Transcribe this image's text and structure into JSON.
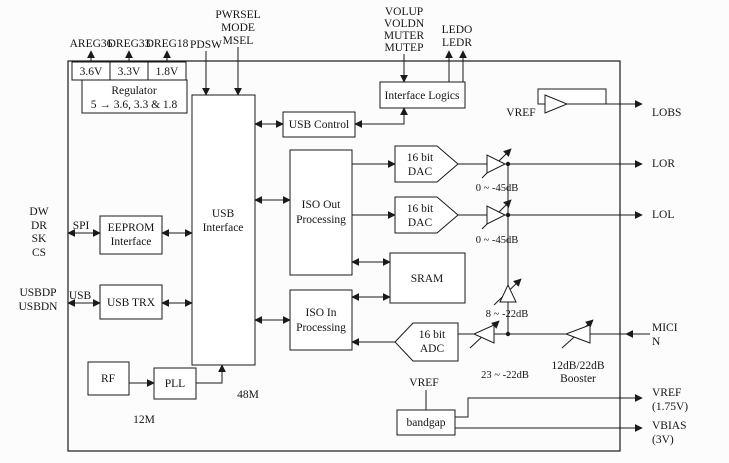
{
  "diagram": {
    "pins_top": {
      "areg36": "AREG36",
      "dreg33": "DREG33",
      "dreg18": "DREG18",
      "pdsw": "PDSW",
      "pwrsel": "PWRSEL",
      "mode": "MODE",
      "msel": "MSEL",
      "volup": "VOLUP",
      "voldn": "VOLDN",
      "muter": "MUTER",
      "mutep": "MUTEP",
      "ledo": "LEDO",
      "ledr": "LEDR"
    },
    "pins_left": {
      "dw": "DW",
      "dr": "DR",
      "sk": "SK",
      "cs": "CS",
      "spi": "SPI",
      "usbdp": "USBDP",
      "usbdn": "USBDN",
      "usb": "USB"
    },
    "pins_right": {
      "lobs": "LOBS",
      "lor": "LOR",
      "lol": "LOL",
      "mici_line1": "MICI",
      "mici_line2": "N",
      "vref": "VREF",
      "vref_value": "(1.75V)",
      "vbias": "VBIAS",
      "vbias_value": "(3V)"
    },
    "blocks": {
      "v36": "3.6V",
      "v33": "3.3V",
      "v18": "1.8V",
      "regulator_line1": "Regulator",
      "regulator_line2": "5 → 3.6, 3.3 & 1.8",
      "usb_interface_line1": "USB",
      "usb_interface_line2": "Interface",
      "usb_control": "USB Control",
      "interface_logics": "Interface Logics",
      "eeprom_line1": "EEPROM",
      "eeprom_line2": "Interface",
      "usb_trx": "USB TRX",
      "iso_out_line1": "ISO Out",
      "iso_out_line2": "Processing",
      "iso_in_line1": "ISO In",
      "iso_in_line2": "Processing",
      "dac_line1": "16 bit",
      "dac_line2": "DAC",
      "adc_line1": "16 bit",
      "adc_line2": "ADC",
      "sram": "SRAM",
      "rf": "RF",
      "pll": "PLL",
      "bandgap": "bandgap",
      "booster_line1": "12dB/22dB",
      "booster_line2": "Booster"
    },
    "gains": {
      "lor": "0 ~ -45dB",
      "lol": "0 ~ -45dB",
      "sidetone": "8 ~ -22dB",
      "adc": "23 ~ -22dB"
    },
    "clocks": {
      "xtal": "12M",
      "usb_clock": "48M"
    },
    "refs": {
      "buffer_input": "VREF",
      "adc_ref": "VREF"
    }
  }
}
